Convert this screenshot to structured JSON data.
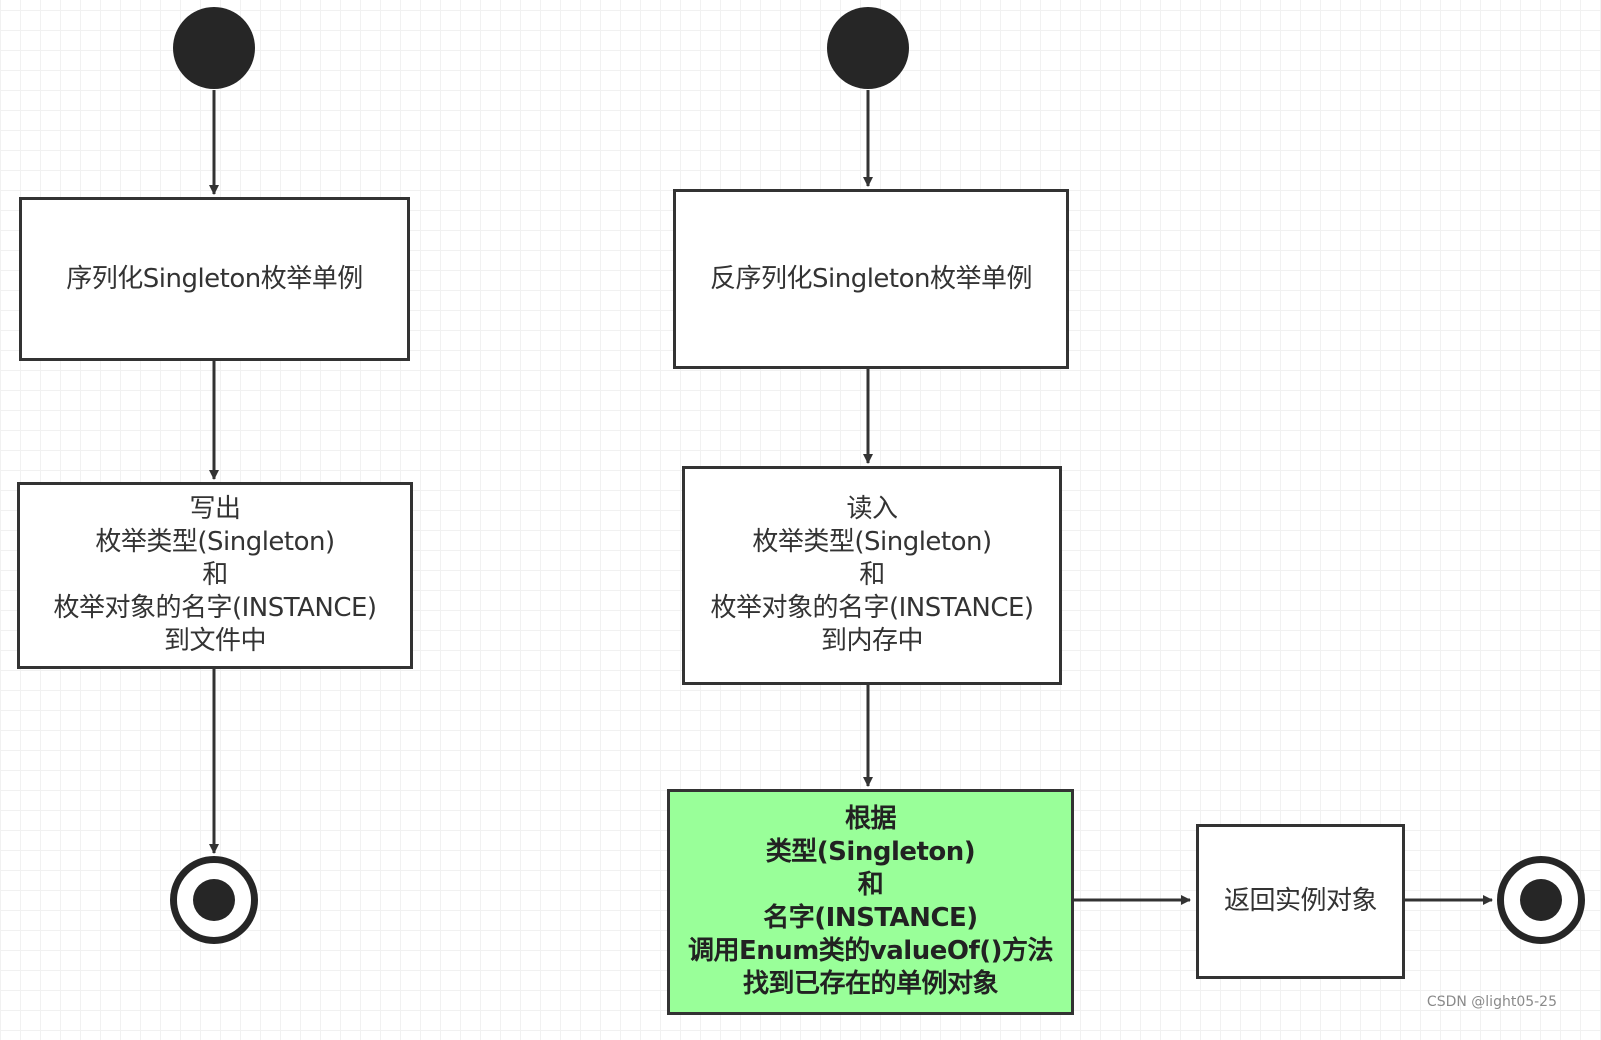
{
  "diagram": {
    "left_flow": {
      "box1_lines": [
        "序列化Singleton枚举单例"
      ],
      "box2_lines": [
        "写出",
        "枚举类型(Singleton)",
        "和",
        "枚举对象的名字(INSTANCE)",
        "到文件中"
      ]
    },
    "right_flow": {
      "box1_lines": [
        "反序列化Singleton枚举单例"
      ],
      "box2_lines": [
        "读入",
        "枚举类型(Singleton)",
        "和",
        "枚举对象的名字(INSTANCE)",
        "到内存中"
      ],
      "box3_lines": [
        "根据",
        "类型(Singleton)",
        "和",
        "名字(INSTANCE)",
        "调用Enum类的valueOf()方法",
        "找到已存在的单例对象"
      ],
      "box4_lines": [
        "返回实例对象"
      ]
    },
    "colors": {
      "stroke": "#333333",
      "highlight_fill": "#99ff99",
      "state_fill": "#262626"
    }
  },
  "watermark": "CSDN @light05-25"
}
